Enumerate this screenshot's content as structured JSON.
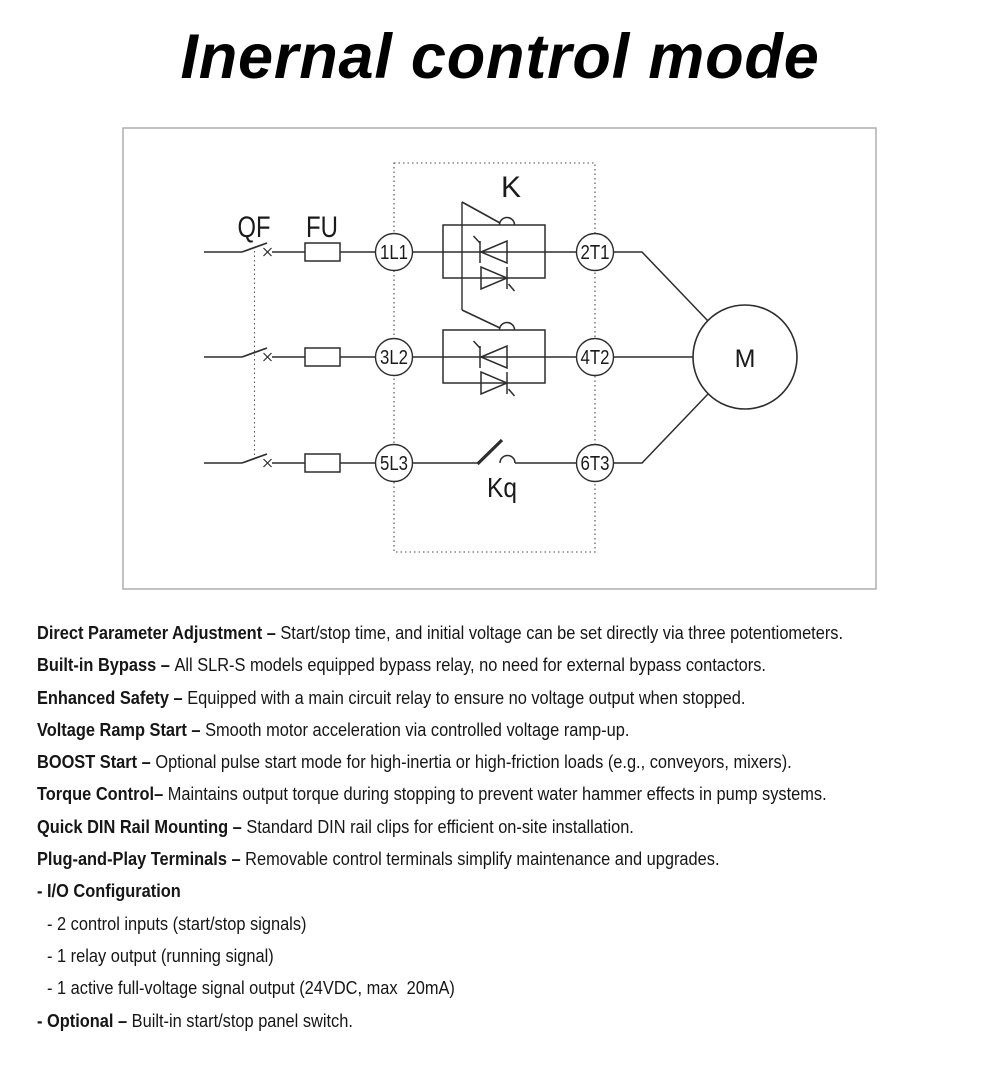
{
  "title": "Inernal control mode",
  "diagram": {
    "labels": {
      "breaker": "QF",
      "fuse": "FU",
      "bypass_contactor": "K",
      "soft_switch": "Kq",
      "motor": "M",
      "terminals_in": [
        "1L1",
        "3L2",
        "5L3"
      ],
      "terminals_out": [
        "2T1",
        "4T2",
        "6T3"
      ]
    }
  },
  "features": [
    {
      "b": "Direct Parameter Adjustment – ",
      "t": "Start/stop time, and initial voltage can be set directly via three potentiometers.",
      "indent": false
    },
    {
      "b": "Built-in Bypass – ",
      "t": "All SLR-S models equipped bypass relay, no need for external bypass contactors.",
      "indent": false
    },
    {
      "b": "Enhanced Safety – ",
      "t": "Equipped with a main circuit relay to ensure no voltage output when stopped.",
      "indent": false
    },
    {
      "b": "Voltage Ramp Start – ",
      "t": "Smooth motor acceleration via controlled voltage ramp-up.",
      "indent": false
    },
    {
      "b": "BOOST Start – ",
      "t": "Optional pulse start mode for high-inertia or high-friction loads (e.g., conveyors, mixers).",
      "indent": false
    },
    {
      "b": "Torque Control– ",
      "t": "Maintains output torque during stopping to prevent water hammer effects in pump systems.",
      "indent": false
    },
    {
      "b": "Quick DIN Rail Mounting – ",
      "t": "Standard DIN rail clips for efficient on-site installation.",
      "indent": false
    },
    {
      "b": "Plug-and-Play Terminals – ",
      "t": "Removable control terminals simplify maintenance and upgrades.",
      "indent": false
    },
    {
      "b": "- I/O Configuration",
      "t": "",
      "indent": false
    },
    {
      "b": "",
      "t": "- 2 control inputs (start/stop signals)",
      "indent": true
    },
    {
      "b": "",
      "t": "- 1 relay output (running signal)",
      "indent": true
    },
    {
      "b": "",
      "t": "- 1 active full-voltage signal output (24VDC, max  20mA)",
      "indent": true
    },
    {
      "b": "- Optional – ",
      "t": "Built-in start/stop panel switch.",
      "indent": false
    }
  ]
}
